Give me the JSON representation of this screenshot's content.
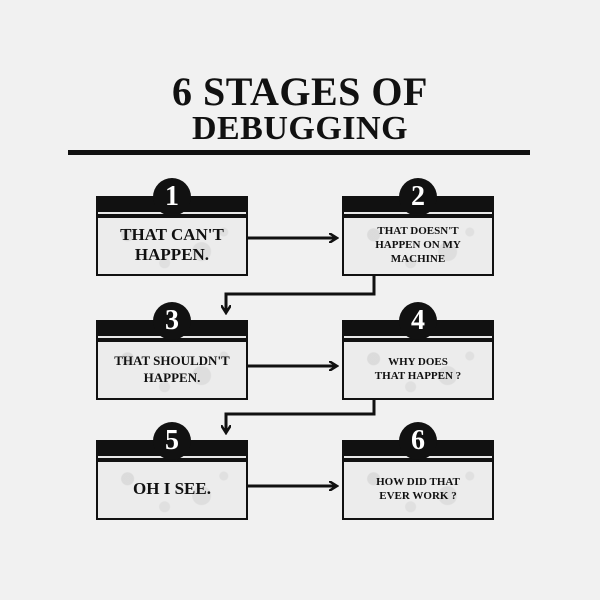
{
  "title": {
    "line1": "6 STAGES OF",
    "line2": "DEBUGGING"
  },
  "stages": [
    {
      "number": "1",
      "text": "THAT CAN'T\nHAPPEN."
    },
    {
      "number": "2",
      "text": "THAT DOESN'T\nHAPPEN ON MY\nMACHINE"
    },
    {
      "number": "3",
      "text": "THAT SHOULDN'T\nHAPPEN."
    },
    {
      "number": "4",
      "text": "WHY DOES\nTHAT HAPPEN ?"
    },
    {
      "number": "5",
      "text": "OH I SEE."
    },
    {
      "number": "6",
      "text": "HOW DID THAT\nEVER WORK ?"
    }
  ],
  "colors": {
    "ink": "#111111",
    "card": "#ececec",
    "background": "#f1f1f1"
  }
}
